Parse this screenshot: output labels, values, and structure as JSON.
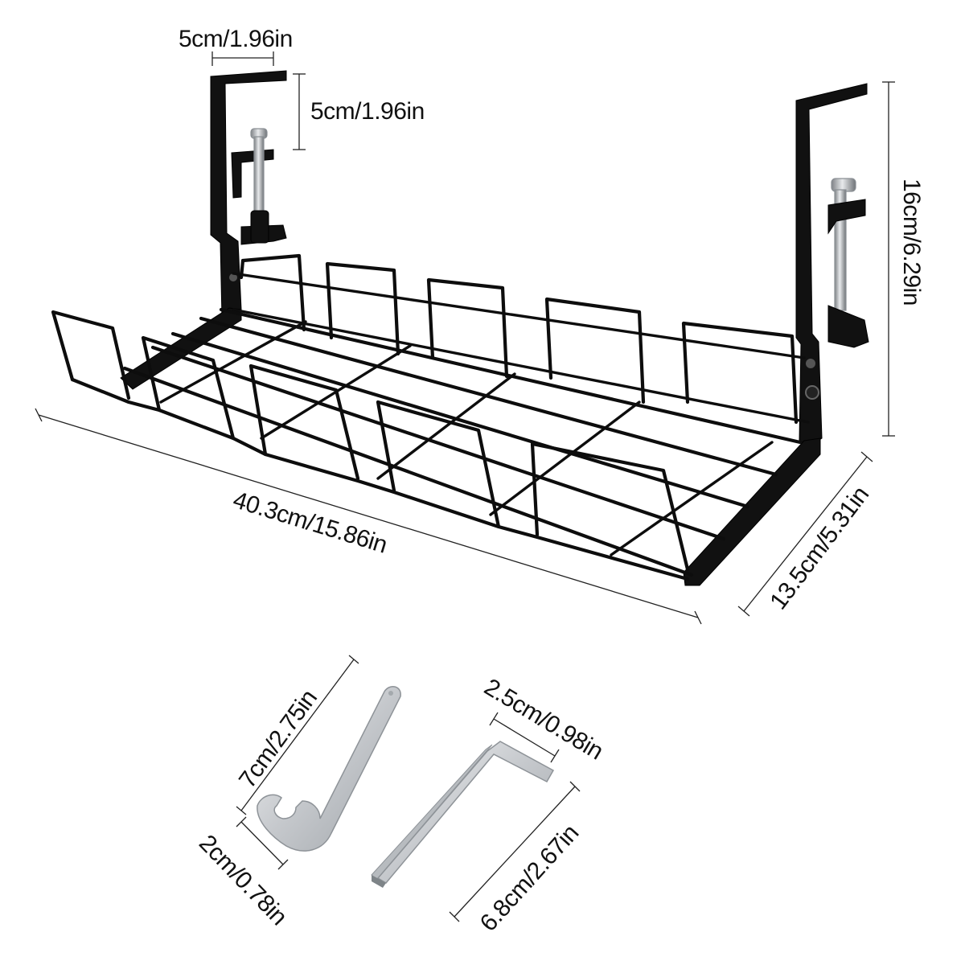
{
  "dimensions": {
    "clamp_opening_width": "5cm/1.96in",
    "clamp_opening_height": "5cm/1.96in",
    "height": "16cm/6.29in",
    "length": "40.3cm/15.86in",
    "depth": "13.5cm/5.31in",
    "wrench_length": "7cm/2.75in",
    "wrench_jaw": "2cm/0.78in",
    "hex_key_short": "2.5cm/0.98in",
    "hex_key_long": "6.8cm/2.67in"
  },
  "colors": {
    "product": "#0d0d0d",
    "tool_metal": "#c9ccd0",
    "dimension_line": "#222222"
  }
}
